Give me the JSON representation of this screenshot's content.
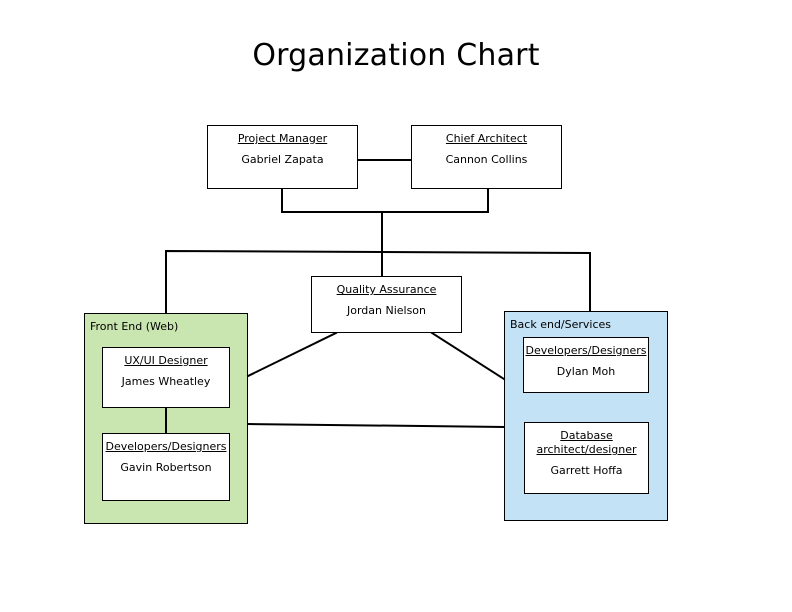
{
  "title": "Organization Chart",
  "colors": {
    "front_end_fill": "#c9e6b0",
    "back_end_fill": "#c3e2f5",
    "line": "#000000",
    "node_fill": "#ffffff"
  },
  "nodes": {
    "project_manager": {
      "role": "Project Manager",
      "name": "Gabriel Zapata"
    },
    "chief_architect": {
      "role": "Chief Architect",
      "name": "Cannon Collins"
    },
    "quality_assurance": {
      "role": "Quality Assurance",
      "name": "Jordan Nielson"
    },
    "ux_designer": {
      "role": "UX/UI Designer",
      "name": "James Wheatley"
    },
    "fe_developers": {
      "role": "Developers/Designers",
      "name": "Gavin Robertson"
    },
    "be_developers": {
      "role": "Developers/Designers",
      "name": "Dylan Moh"
    },
    "db_architect": {
      "role": "Database architect/designer",
      "name": "Garrett Hoffa"
    }
  },
  "groups": {
    "front_end": {
      "label": "Front End (Web)"
    },
    "back_end": {
      "label": "Back end/Services"
    }
  }
}
